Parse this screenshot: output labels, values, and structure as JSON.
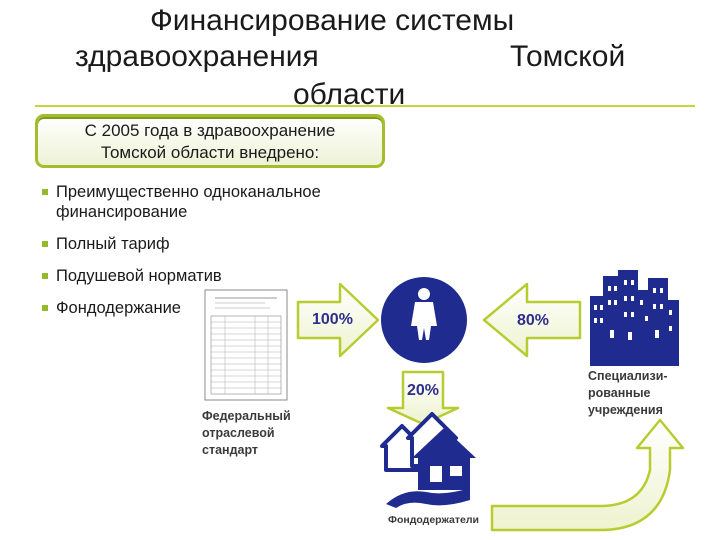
{
  "title": {
    "line1": "Финансирование системы",
    "line2a": "здравоохранения",
    "line2b": "Томской",
    "line3": "области"
  },
  "callout": {
    "line1": "С 2005 года в здравоохранение",
    "line2": "Томской области внедрено:"
  },
  "bullets": [
    {
      "line1": "Преимущественно одноканальное",
      "line2": "финансирование"
    },
    {
      "line1": "Полный тариф"
    },
    {
      "line1": "Подушевой норматив"
    },
    {
      "line1": "Фондодержание"
    }
  ],
  "diagram": {
    "left_arrow_value": "100%",
    "right_arrow_value": "80%",
    "down_arrow_value": "20%",
    "document_caption": [
      "Федеральный",
      "отраслевой",
      "стандарт"
    ],
    "specialized_caption": [
      "Специализи-",
      "рованные",
      "учреждения"
    ],
    "fundholders_caption": "Фондодержатели"
  },
  "colors": {
    "accent_green": "#96b82c",
    "arrow_outline": "#b8cc32",
    "pct_text": "#2e2e8c",
    "icon_blue": "#1f2b8f"
  }
}
